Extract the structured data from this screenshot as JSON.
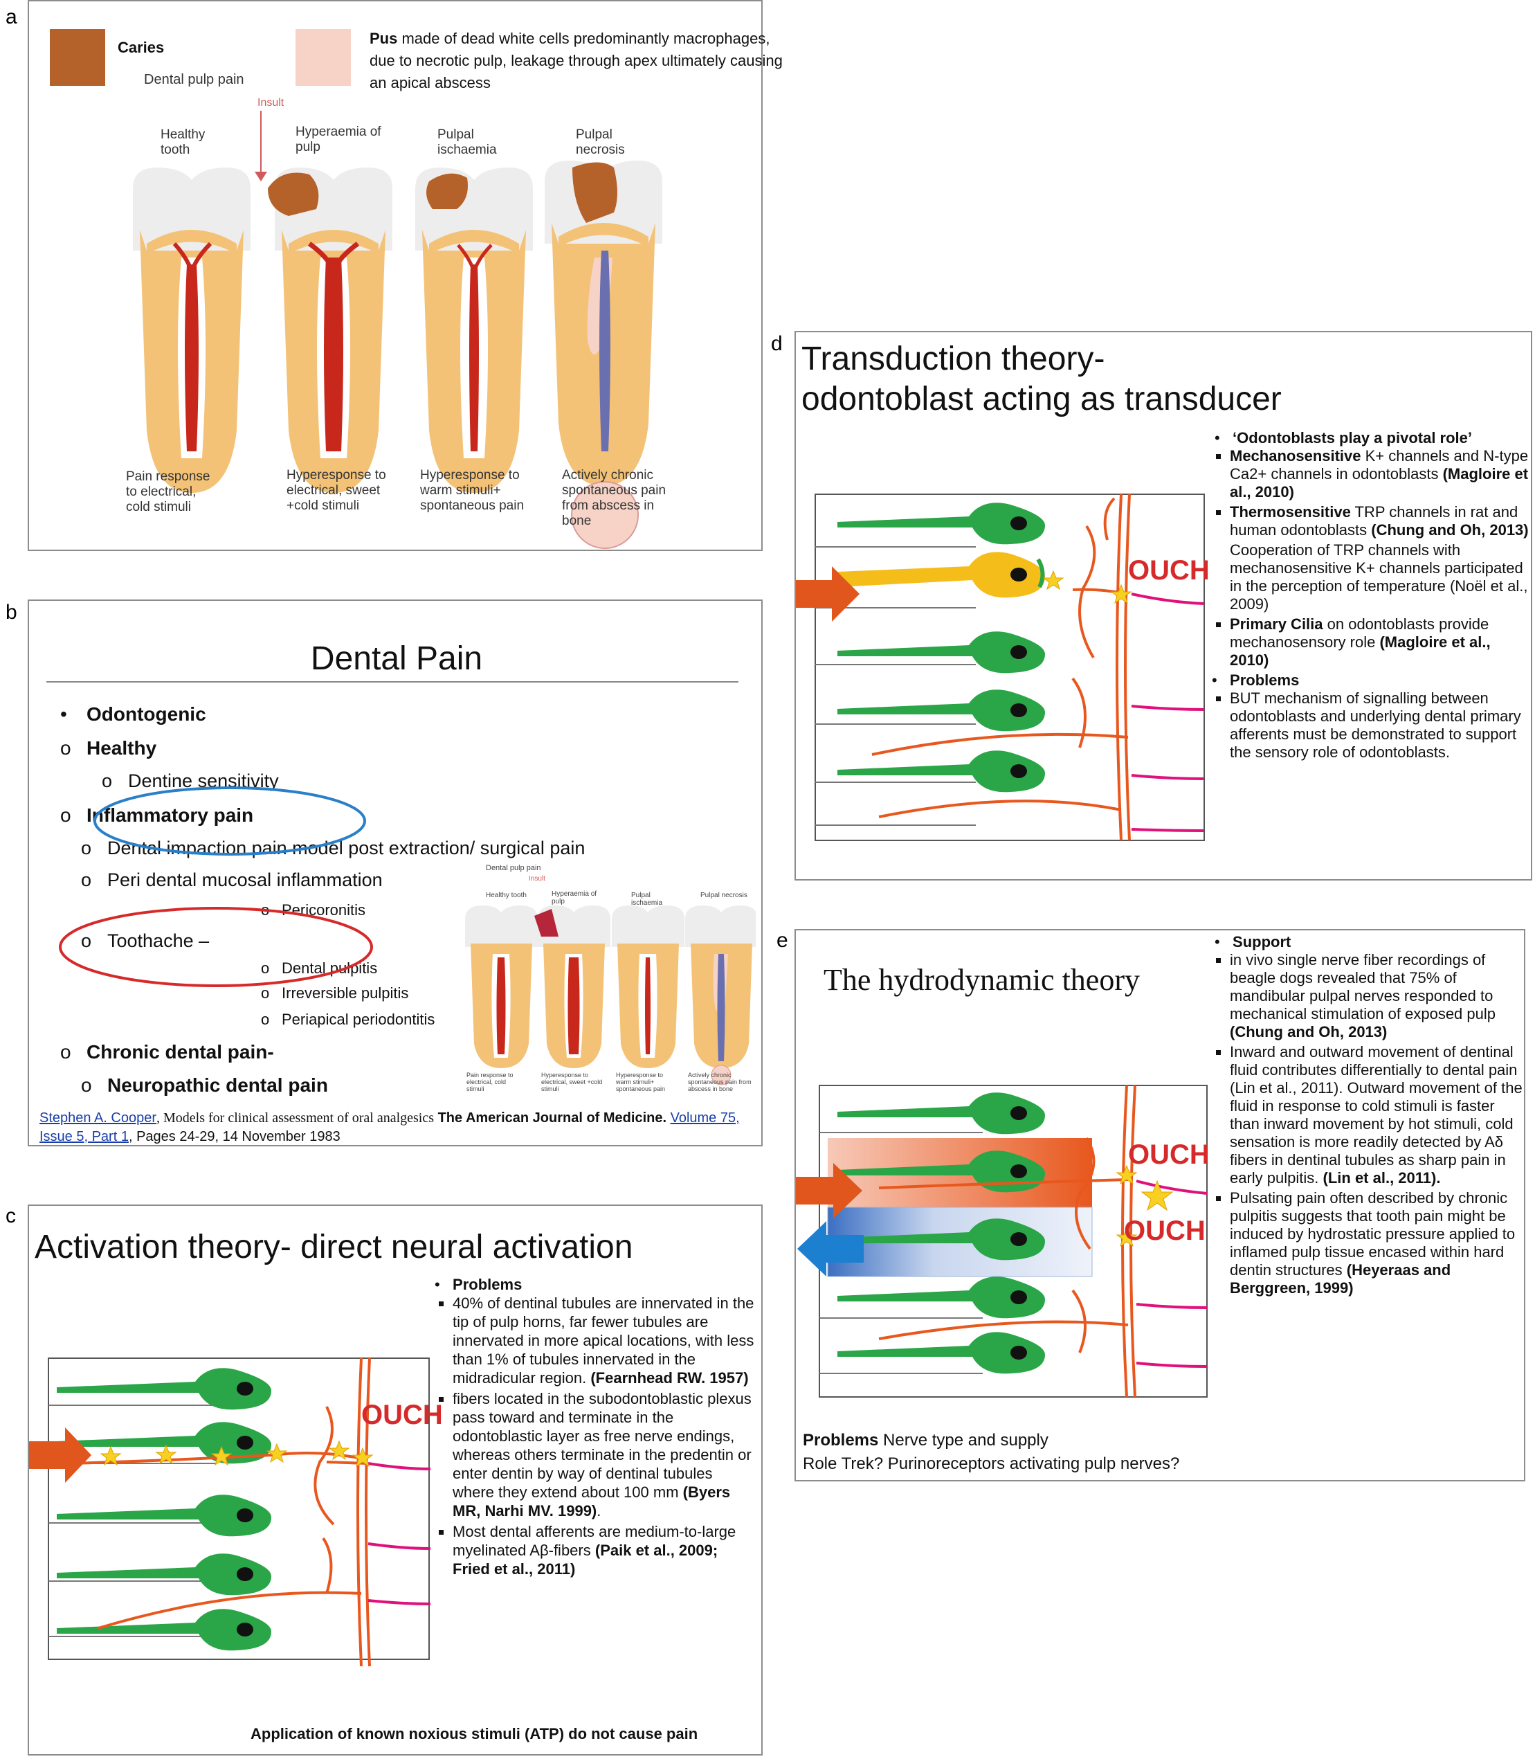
{
  "labels": {
    "a": "a",
    "b": "b",
    "c": "c",
    "d": "d",
    "e": "e"
  },
  "panel_a": {
    "legend_caries": "Caries",
    "legend_pus_bold": "Pus",
    "legend_pus_rest": "made of dead white cells predominantly macrophages, due to necrotic pulp, leakage through apex ultimately  causing an apical abscess",
    "dental_pulp_pain": "Dental pulp pain",
    "insult": "Insult",
    "stages": [
      {
        "title": "Healthy tooth",
        "caption": "Pain response to electrical, cold stimuli"
      },
      {
        "title": "Hyperaemia of pulp",
        "caption": "Hyperesponse to electrical, sweet +cold stimuli"
      },
      {
        "title": "Pulpal ischaemia",
        "caption": "Hyperesponse to warm stimuli+ spontaneous pain"
      },
      {
        "title": "Pulpal necrosis",
        "caption": "Actively chronic spontaneous pain from abscess in bone"
      }
    ],
    "colors": {
      "caries": "#b5612a",
      "pus": "#f6d3c6",
      "enamel": "#ededed",
      "dentin": "#f3c277",
      "pulp": "#c8271b",
      "necrotic": "#6a6fb0"
    }
  },
  "panel_b": {
    "title": "Dental Pain",
    "items": [
      {
        "text": "Odontogenic",
        "bold": true,
        "marker": "•"
      },
      {
        "text": "Healthy",
        "bold": true,
        "marker": "o"
      },
      {
        "text": "Dentine sensitivity",
        "bold": false,
        "marker": "o"
      },
      {
        "text": "Inflammatory pain",
        "bold": true,
        "marker": "o"
      },
      {
        "text": "Dental impaction pain model post extraction/ surgical pain",
        "bold": false,
        "marker": "o"
      },
      {
        "text": "Peri dental mucosal inflammation",
        "bold": false,
        "marker": "o"
      },
      {
        "text": "Pericoronitis",
        "bold": false,
        "marker": "o"
      },
      {
        "text": "Toothache –",
        "bold": false,
        "marker": "o"
      },
      {
        "text": "Dental pulpitis",
        "bold": false,
        "marker": "o"
      },
      {
        "text": "Irreversible pulpitis",
        "bold": false,
        "marker": "o"
      },
      {
        "text": "Periapical periodontitis",
        "bold": false,
        "marker": "o"
      },
      {
        "text": "Chronic dental pain-",
        "bold": true,
        "marker": "o"
      },
      {
        "text": "Neuropathic dental pain",
        "bold": true,
        "marker": "o"
      }
    ],
    "ref_author": "Stephen A. Cooper",
    "ref_title": "Models for clinical assessment of oral analgesics",
    "ref_journal": "The American Journal of Medicine.",
    "ref_volume": "Volume 75, Issue 5, Part 1",
    "ref_pages": ", Pages 24-29, 14 November 1983",
    "mini_dental_pulp_pain": "Dental pulp pain",
    "mini_insult": "Insult",
    "mini_titles": [
      "Healthy tooth",
      "Hyperaemia of pulp",
      "Pulpal ischaemia",
      "Pulpal necrosis"
    ],
    "mini_captions": [
      "Pain response to electrical, cold stimuli",
      "Hyperesponse to electrical, sweet +cold stimuli",
      "Hyperesponse to warm stimuli+ spontaneous pain",
      "Actively chronic spontaneous pain from abscess in bone"
    ]
  },
  "panel_c": {
    "title": "Activation theory- direct neural activation",
    "ouch": "OUCH",
    "heading": "Problems",
    "b1": "40% of dentinal tubules are innervated in the tip of pulp horns, far fewer tubules are innervated in more apical locations, with less than 1% of tubules innervated in the midradicular region.",
    "b1_ref": "(Fearnhead RW. 1957)",
    "b2": "fibers located in the subodontoblastic plexus pass toward and terminate in the odontoblastic layer as free nerve endings, whereas others terminate in the predentin or enter dentin by way of dentinal tubules where they extend about 100 mm",
    "b2_ref": "(Byers MR, Narhi MV. 1999)",
    "b3_pre": "Most dental afferents are medium-to-large myelinated Aβ-fibers",
    "b3_ref": "(Paik et al., 2009; Fried et al., 2011)",
    "footer": "Application of known noxious stimuli (ATP) do not cause pain"
  },
  "panel_d": {
    "title_line1": "Transduction theory-",
    "title_line2": "odontoblast acting as transducer",
    "ouch": "OUCH",
    "bullets": [
      {
        "bold": "‘Odontoblasts play a pivotal role’",
        "rest": "",
        "ref": ""
      },
      {
        "bold": "Mechanosensitive",
        "rest": " K+ channels and N-type Ca2+ channels in odontoblasts ",
        "ref": "(Magloire et al., 2010)"
      },
      {
        "bold": "Thermosensitive",
        "rest": " TRP channels in rat and human odontoblasts ",
        "ref": "(Chung and Oh, 2013)"
      },
      {
        "bold": "",
        "rest": "Cooperation of TRP channels with mechanosensitive K+ channels participated in the perception of temperature (Noël et al., 2009)",
        "ref": ""
      },
      {
        "bold": "Primary Cilia",
        "rest": " on odontoblasts provide mechanosensory role ",
        "ref": "(Magloire et al., 2010)"
      },
      {
        "bold": "Problems",
        "rest": "",
        "ref": ""
      },
      {
        "bold": "",
        "rest": "BUT mechanism of signalling between odontoblasts and underlying dental primary afferents must be demonstrated to support the sensory role of odontoblasts.",
        "ref": ""
      }
    ]
  },
  "panel_e": {
    "title": "The hydrodynamic theory",
    "ouch1": "OUCH",
    "ouch2": "OUCH",
    "bullets": [
      {
        "bold": "Support",
        "rest": "",
        "ref": ""
      },
      {
        "bold": "",
        "rest": "in vivo single nerve fiber recordings of beagle dogs revealed that 75% of mandibular pulpal nerves responded to mechanical stimulation of exposed pulp ",
        "ref": "(Chung and Oh, 2013)"
      },
      {
        "bold": "",
        "rest": "Inward and outward movement of dentinal fluid contributes differentially to dental pain (Lin et al., 2011). Outward movement of the fluid in response to cold stimuli is faster than inward movement by hot stimuli, cold sensation is more readily detected by Aδ fibers in dentinal tubules as sharp pain in early pulpitis. ",
        "ref": "(Lin et al., 2011)."
      },
      {
        "bold": "",
        "rest": "Pulsating pain often described by chronic pulpitis suggests that tooth pain might be induced by hydrostatic pressure applied to inflamed pulp tissue encased within hard dentin structures ",
        "ref": "(Heyeraas and Berggreen, 1999)"
      }
    ],
    "problems_bold": "Problems",
    "problems_rest": " Nerve type and supply",
    "problems_line2": "Role Trek? Purinoreceptors activating pulp nerves?"
  }
}
